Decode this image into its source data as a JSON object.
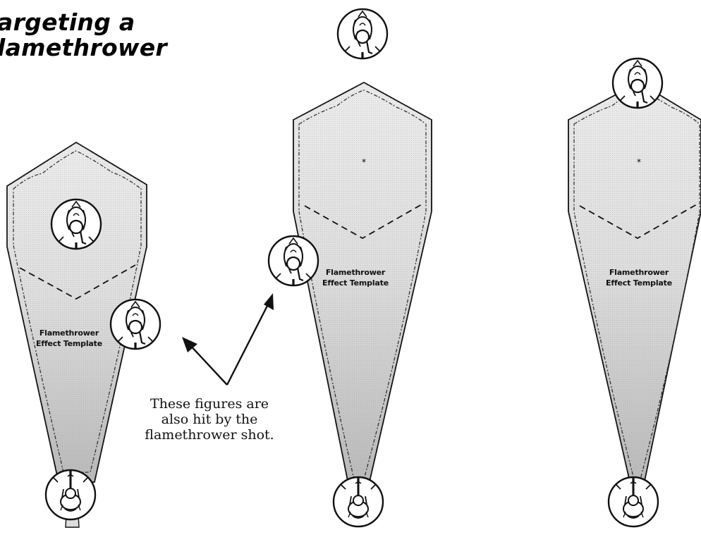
{
  "title": {
    "line1": "argeting a",
    "line2": "lamethrower"
  },
  "caption": {
    "line1": "These figures are",
    "line2": "also hit by the",
    "line3": "flamethrower shot."
  },
  "templates": [
    {
      "label_line1": "Flamethrower",
      "label_line2": "Effect Template"
    },
    {
      "label_line1": "Flamethrower",
      "label_line2": "Effect Template"
    },
    {
      "label_line1": "Flamethrower",
      "label_line2": "Effect Template"
    }
  ],
  "center_marks": [
    "*",
    "*"
  ],
  "colors": {
    "template_fill": "#e3e3e3",
    "template_fill_dark": "#bdbdbd",
    "ink": "#111111"
  },
  "icons": [
    "soldier-figure-icon",
    "flamethrower-soldier-icon",
    "arrow-icon"
  ]
}
